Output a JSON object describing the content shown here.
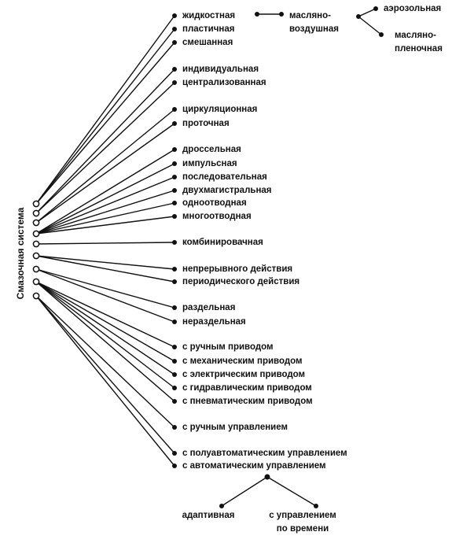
{
  "root": "Смазочная система",
  "groups": [
    {
      "id": "g1",
      "items": [
        "жидкостная",
        "пластичная",
        "смешанная"
      ]
    },
    {
      "id": "g2",
      "items": [
        "индивидуальная",
        "централизованная"
      ]
    },
    {
      "id": "g3",
      "items": [
        "циркуляционная",
        "проточная"
      ]
    },
    {
      "id": "g4",
      "items": [
        "дроссельная",
        "импульсная",
        "последовательная",
        "двухмагистральная",
        "одноотводная",
        "многоотводная"
      ]
    },
    {
      "id": "g5",
      "items": [
        "комбинировачная"
      ]
    },
    {
      "id": "g6",
      "items": [
        "непрерывного действия",
        "периодического действия"
      ]
    },
    {
      "id": "g7",
      "items": [
        "раздельная",
        "нераздельная"
      ]
    },
    {
      "id": "g8",
      "items": [
        "с ручным приводом",
        "с механическим приводом",
        "с электрическим приводом",
        "с гидравлическим приводом",
        "с пневматическим приводом"
      ]
    },
    {
      "id": "g9",
      "items": [
        "с ручным управлением",
        "с полуавтоматическим управлением",
        "с автоматическим управлением"
      ]
    }
  ],
  "liquid_subtype": {
    "line1": "масляно-",
    "line2": "воздушная"
  },
  "oil_air_subtypes": [
    {
      "line1": "аэрозольная",
      "line2": ""
    },
    {
      "line1": "масляно-",
      "line2": "пленочная"
    }
  ],
  "automatic_subtypes": [
    {
      "line1": "адаптивная",
      "line2": ""
    },
    {
      "line1": "с управлением",
      "line2": "по времени"
    }
  ]
}
